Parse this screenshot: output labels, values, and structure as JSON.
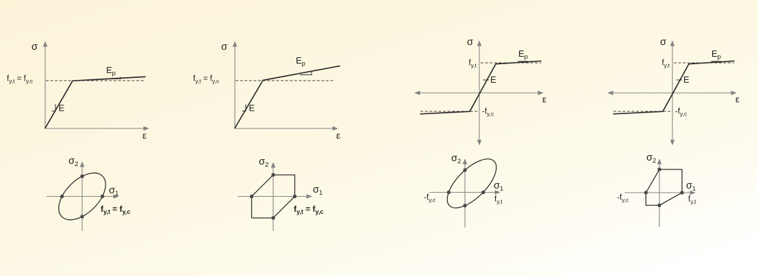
{
  "t": {
    "sigma": "σ",
    "epsilon": "ε",
    "one": "1",
    "two": "2",
    "E": "E",
    "p": "p",
    "f": "f",
    "yt": "y,t",
    "yc": "y,c",
    "eq_f": " = f",
    "neg_f": "-f"
  },
  "colors": {
    "background_top": "#fbf4d9",
    "background_bottom": "#ffffff",
    "axis": "#838383",
    "curve": "#2b2b2b",
    "dashed_line": "#3b3b3b",
    "dot": "#484848",
    "text": "#1b1b1b"
  },
  "columns": [
    {
      "stress_strain": {
        "y_axis_label": "σ",
        "x_axis_label": "ε",
        "yield_label": "fy,t = fy,c",
        "elastic_modulus_label": "E",
        "hardening_modulus_label": "Ep",
        "curve": "bilinear from origin, small hardening slope above dashed yield line"
      },
      "yield_surface": {
        "shape": "ellipse",
        "x_axis_label": "σ1",
        "y_axis_label": "σ2",
        "caption": "fy,t = fy,c",
        "centered_on_origin": true,
        "yield_points_on_axes": 4
      }
    },
    {
      "stress_strain": {
        "y_axis_label": "σ",
        "x_axis_label": "ε",
        "yield_label": "fy,t = fy,c",
        "elastic_modulus_label": "E",
        "hardening_modulus_label": "Ep",
        "curve": "bilinear from origin, pronounced hardening slope above dashed yield line"
      },
      "yield_surface": {
        "shape": "hexagon",
        "x_axis_label": "σ1",
        "y_axis_label": "σ2",
        "caption": "fy,t = fy,c",
        "centered_on_origin": true,
        "yield_points_on_axes": 4
      }
    },
    {
      "stress_strain": {
        "y_axis_label": "σ",
        "x_axis_label": "ε",
        "tension_yield_label": "fy,t",
        "compression_yield_label": "-fy,c",
        "elastic_modulus_label": "E",
        "hardening_modulus_label": "Ep",
        "curve": "full tension-compression curve through origin, dashed lines at fy,t and -fy,c"
      },
      "yield_surface": {
        "shape": "ellipse",
        "x_axis_label": "σ1",
        "y_axis_label": "σ2",
        "tension_label": "fy,t",
        "compression_label": "-fy,c",
        "centered_on_origin": false,
        "yield_points_on_axes": 4
      }
    },
    {
      "stress_strain": {
        "y_axis_label": "σ",
        "x_axis_label": "ε",
        "tension_yield_label": "fy,t",
        "compression_yield_label": "-fy,c",
        "elastic_modulus_label": "E",
        "hardening_modulus_label": "Ep",
        "curve": "full tension-compression curve through origin, dashed lines at fy,t and -fy,c"
      },
      "yield_surface": {
        "shape": "hexagon",
        "x_axis_label": "σ1",
        "y_axis_label": "σ2",
        "tension_label": "fy,t",
        "compression_label": "-fy,c",
        "centered_on_origin": false,
        "yield_points_on_axes": 4
      }
    }
  ]
}
